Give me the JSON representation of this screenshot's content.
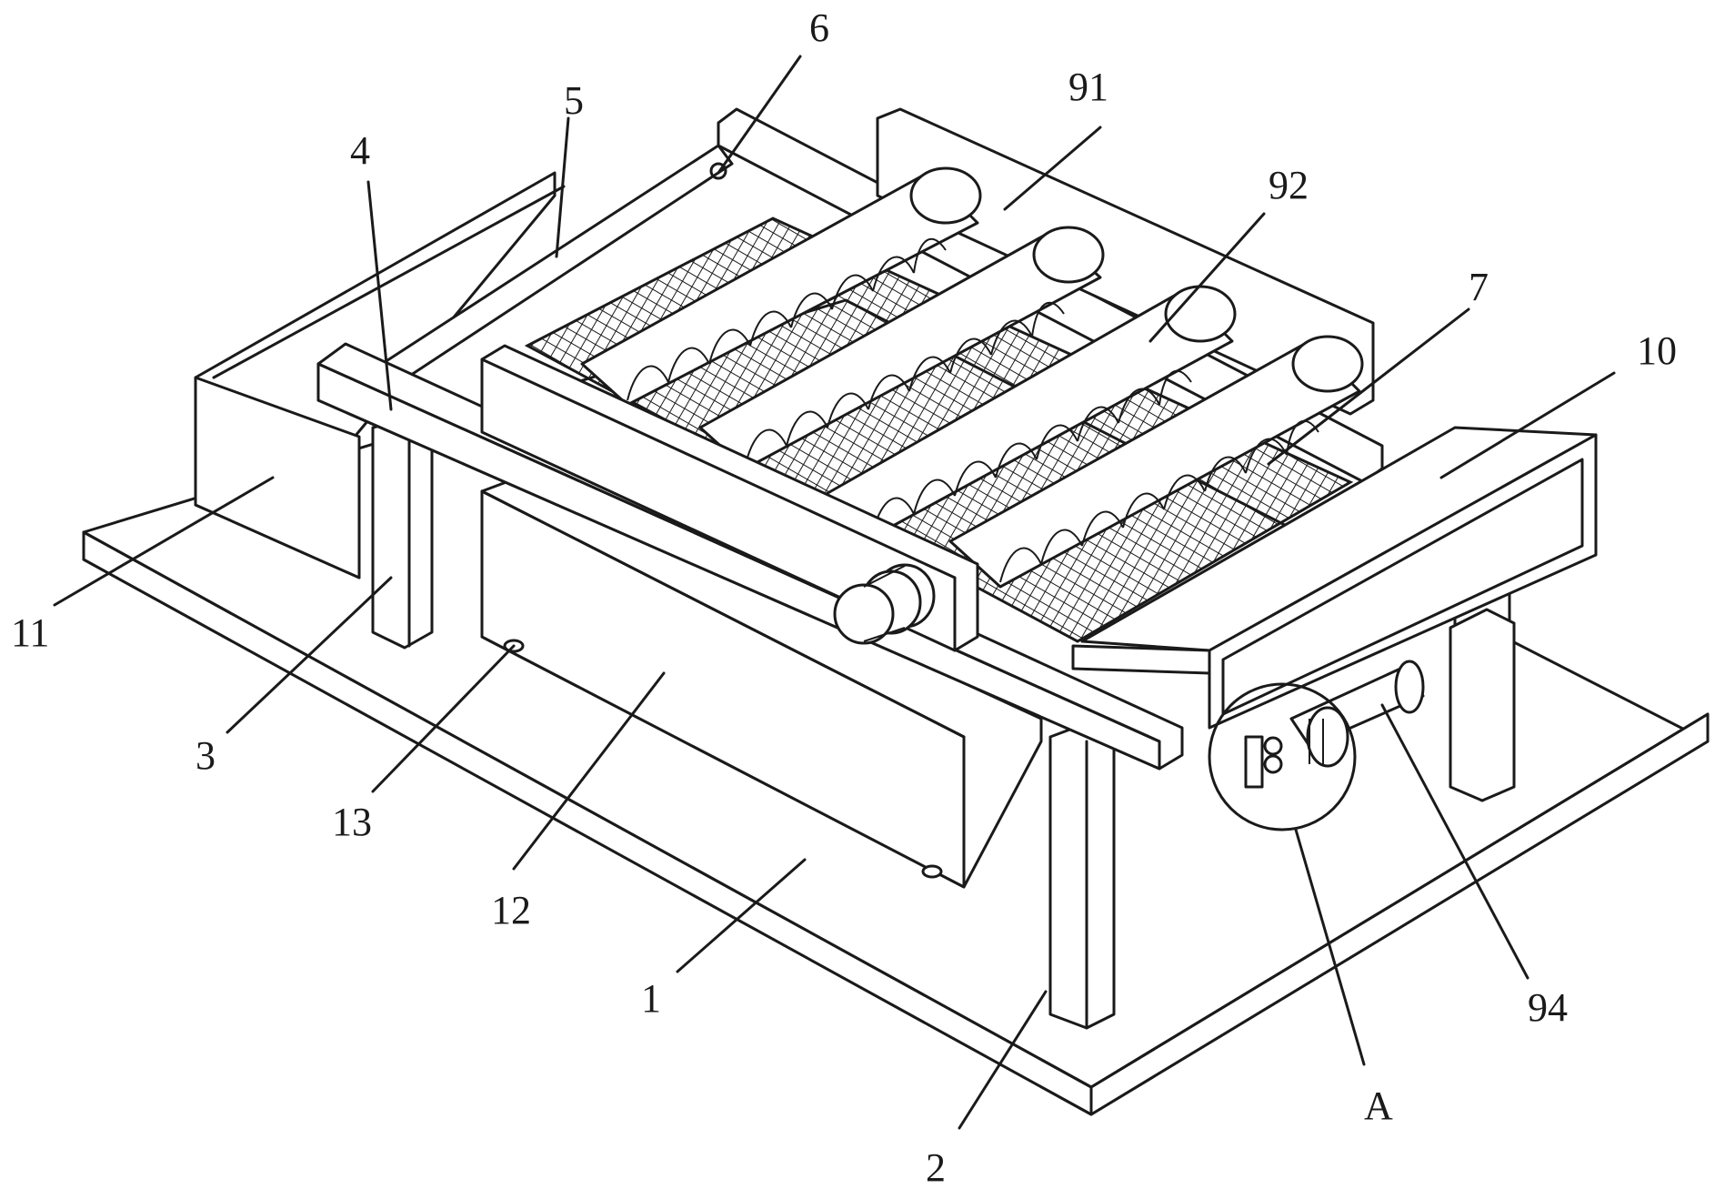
{
  "figure": {
    "labels": [
      {
        "id": "1",
        "text": "1"
      },
      {
        "id": "2",
        "text": "2"
      },
      {
        "id": "3",
        "text": "3"
      },
      {
        "id": "4",
        "text": "4"
      },
      {
        "id": "5",
        "text": "5"
      },
      {
        "id": "6",
        "text": "6"
      },
      {
        "id": "7",
        "text": "7"
      },
      {
        "id": "10",
        "text": "10"
      },
      {
        "id": "11",
        "text": "11"
      },
      {
        "id": "12",
        "text": "12"
      },
      {
        "id": "13",
        "text": "13"
      },
      {
        "id": "91",
        "text": "91"
      },
      {
        "id": "92",
        "text": "92"
      },
      {
        "id": "94",
        "text": "94"
      },
      {
        "id": "A",
        "text": "A"
      }
    ],
    "line_color": "#1a1a1a",
    "background_color": "#ffffff"
  }
}
